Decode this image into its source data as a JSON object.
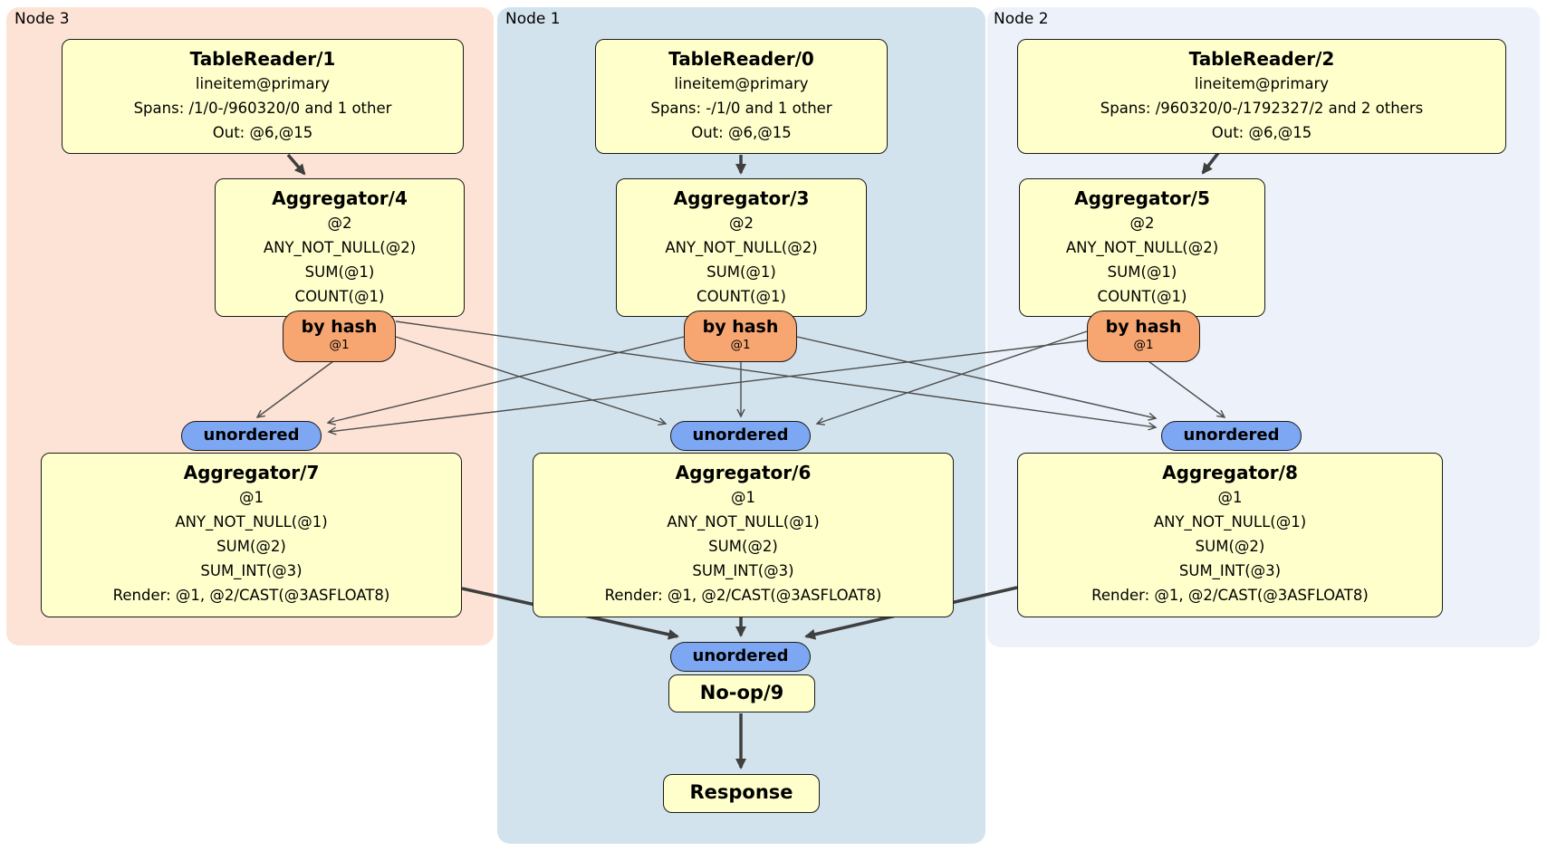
{
  "diagram": {
    "groups": [
      {
        "label": "Node 3"
      },
      {
        "label": "Node 1"
      },
      {
        "label": "Node 2"
      }
    ],
    "nodes": [
      {
        "title": "TableReader/1",
        "lines": [
          "lineitem@primary",
          "Spans: /1/0-/960320/0 and 1 other",
          "Out: @6,@15"
        ]
      },
      {
        "title": "TableReader/0",
        "lines": [
          "lineitem@primary",
          "Spans: -/1/0 and 1 other",
          "Out: @6,@15"
        ]
      },
      {
        "title": "TableReader/2",
        "lines": [
          "lineitem@primary",
          "Spans: /960320/0-/1792327/2 and 2 others",
          "Out: @6,@15"
        ]
      },
      {
        "title": "Aggregator/4",
        "lines": [
          "@2",
          "ANY_NOT_NULL(@2)",
          "SUM(@1)",
          "COUNT(@1)"
        ]
      },
      {
        "title": "Aggregator/3",
        "lines": [
          "@2",
          "ANY_NOT_NULL(@2)",
          "SUM(@1)",
          "COUNT(@1)"
        ]
      },
      {
        "title": "Aggregator/5",
        "lines": [
          "@2",
          "ANY_NOT_NULL(@2)",
          "SUM(@1)",
          "COUNT(@1)"
        ]
      },
      {
        "title": "Aggregator/7",
        "lines": [
          "@1",
          "ANY_NOT_NULL(@1)",
          "SUM(@2)",
          "SUM_INT(@3)",
          "Render: @1, @2/CAST(@3ASFLOAT8)"
        ]
      },
      {
        "title": "Aggregator/6",
        "lines": [
          "@1",
          "ANY_NOT_NULL(@1)",
          "SUM(@2)",
          "SUM_INT(@3)",
          "Render: @1, @2/CAST(@3ASFLOAT8)"
        ]
      },
      {
        "title": "Aggregator/8",
        "lines": [
          "@1",
          "ANY_NOT_NULL(@1)",
          "SUM(@2)",
          "SUM_INT(@3)",
          "Render: @1, @2/CAST(@3ASFLOAT8)"
        ]
      },
      {
        "title": "No-op/9",
        "lines": []
      },
      {
        "title": "Response",
        "lines": []
      }
    ],
    "routers": [
      {
        "label": "by hash",
        "detail": "@1"
      },
      {
        "label": "by hash",
        "detail": "@1"
      },
      {
        "label": "by hash",
        "detail": "@1"
      }
    ],
    "synchronizers": [
      {
        "label": "unordered"
      },
      {
        "label": "unordered"
      },
      {
        "label": "unordered"
      },
      {
        "label": "unordered"
      }
    ],
    "edges": [
      {
        "from": "TableReader/1",
        "to": "Aggregator/4"
      },
      {
        "from": "TableReader/0",
        "to": "Aggregator/3"
      },
      {
        "from": "TableReader/2",
        "to": "Aggregator/5"
      },
      {
        "from": "Aggregator/4 by hash",
        "to": "unordered Node 3"
      },
      {
        "from": "Aggregator/4 by hash",
        "to": "unordered Node 1"
      },
      {
        "from": "Aggregator/4 by hash",
        "to": "unordered Node 2"
      },
      {
        "from": "Aggregator/3 by hash",
        "to": "unordered Node 3"
      },
      {
        "from": "Aggregator/3 by hash",
        "to": "unordered Node 1"
      },
      {
        "from": "Aggregator/3 by hash",
        "to": "unordered Node 2"
      },
      {
        "from": "Aggregator/5 by hash",
        "to": "unordered Node 3"
      },
      {
        "from": "Aggregator/5 by hash",
        "to": "unordered Node 1"
      },
      {
        "from": "Aggregator/5 by hash",
        "to": "unordered Node 2"
      },
      {
        "from": "Aggregator/7",
        "to": "unordered final"
      },
      {
        "from": "Aggregator/6",
        "to": "unordered final"
      },
      {
        "from": "Aggregator/8",
        "to": "unordered final"
      },
      {
        "from": "unordered final",
        "to": "No-op/9"
      },
      {
        "from": "No-op/9",
        "to": "Response"
      }
    ],
    "colors": {
      "node3_bg": "#fde3d5",
      "node1_bg": "#d3e3ed",
      "node2_bg": "#edf2fa",
      "box_bg": "#ffffcc",
      "box_border": "#1a1a1a",
      "router_bg": "#f7a671",
      "sync_bg": "#7da7f2",
      "edge_thin": "#4d4d4d",
      "edge_thick": "#3f3f3f"
    }
  }
}
